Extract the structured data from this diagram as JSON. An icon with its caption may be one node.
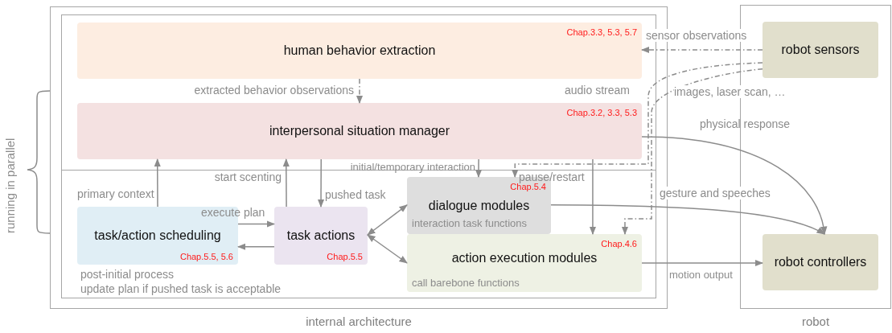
{
  "diagram": {
    "nodes": [
      {
        "text": [
          "internal architecture"
        ]
      },
      {
        "text": [
          "human behavior extraction",
          "Chap.3.3, 5.3, 5.7"
        ],
        "in": 0
      },
      {
        "text": [
          "interpersonal situation manager",
          "Chap.3.2, 3.3, 5.3"
        ],
        "in": 0
      },
      {
        "text": [
          "task/action scheduling",
          "Chap.5.5, 5.6"
        ],
        "in": 0,
        "beside": [
          "post-initial process",
          "update plan if pushed task is acceptable"
        ]
      },
      {
        "text": [
          "task actions",
          "Chap.5.5"
        ],
        "in": 0
      },
      {
        "text": [
          "Chap.5.4",
          "dialogue modules"
        ],
        "in": 0
      },
      {
        "text": [
          "Chap.4.6",
          "action execution modules"
        ],
        "in": 0
      },
      {
        "text": [
          "robot"
        ]
      },
      {
        "text": [
          "robot sensors"
        ],
        "in": 7
      },
      {
        "text": [
          "robot controllers"
        ],
        "in": 7
      }
    ],
    "edges": [
      {
        "from": 1,
        "to": 2,
        "arrow": "to",
        "label": "extracted behavior observations",
        "style": "dashed"
      },
      {
        "from": 8,
        "to": 1,
        "arrow": "to",
        "label": "sensor observations",
        "style": "dashed"
      },
      {
        "from": 8,
        "to": 5,
        "arrow": "to",
        "label": "audio stream",
        "style": "dashed"
      },
      {
        "from": 8,
        "to": 6,
        "arrow": "to",
        "label": "images, laser scan, …",
        "style": "dashed"
      },
      {
        "from": 2,
        "to": 9,
        "arrow": "to",
        "label": "physical response"
      },
      {
        "from": 3,
        "to": 2,
        "arrow": "to",
        "label": "primary context"
      },
      {
        "from": 4,
        "to": 2,
        "arrow": "to",
        "label": "start scenting"
      },
      {
        "from": 2,
        "to": 4,
        "arrow": "to",
        "label": "pushed task"
      },
      {
        "from": 2,
        "to": 5,
        "arrow": "to",
        "label": "initial/temporary interaction"
      },
      {
        "from": 2,
        "to": 6,
        "arrow": "to",
        "label": "pause/restart"
      },
      {
        "from": 3,
        "to": 4,
        "arrow": "to",
        "label": "execute plan"
      },
      {
        "from": 4,
        "to": 3,
        "arrow": "to"
      },
      {
        "from": 4,
        "to": 5,
        "arrow": "both",
        "label": "interaction task functions"
      },
      {
        "from": 4,
        "to": 6,
        "arrow": "both",
        "label": "call barebone functions"
      },
      {
        "from": 5,
        "to": 9,
        "arrow": "to",
        "label": "gesture and speeches"
      },
      {
        "from": 6,
        "to": 9,
        "arrow": "to",
        "label": "motion output"
      }
    ],
    "labels": [
      "running in parallel"
    ]
  }
}
